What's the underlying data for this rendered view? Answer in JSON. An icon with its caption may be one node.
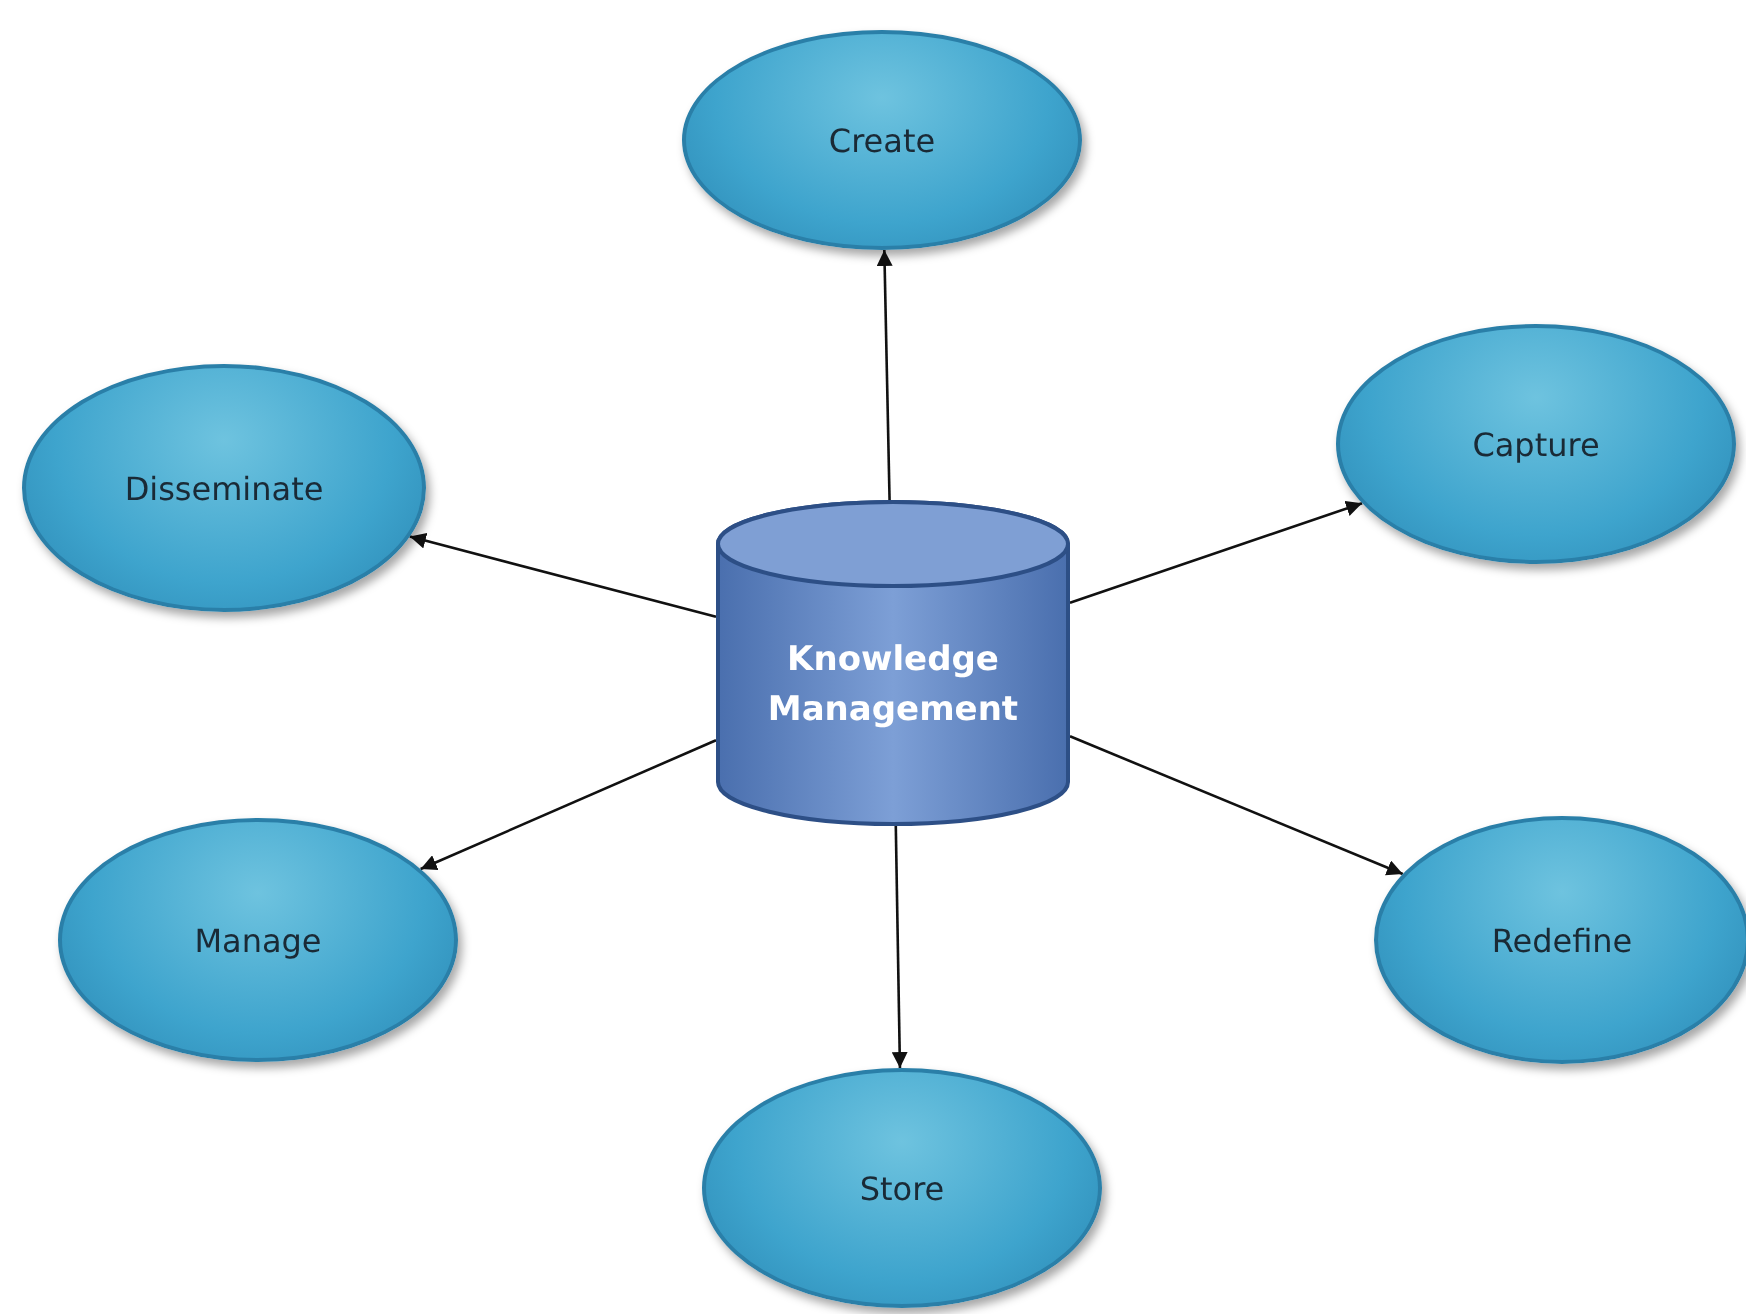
{
  "diagram": {
    "nodes": [
      {
        "text": [
          "Create"
        ]
      },
      {
        "text": [
          "Disseminate"
        ]
      },
      {
        "text": [
          "Capture"
        ]
      },
      {
        "text": [
          "Knowledge Management"
        ]
      },
      {
        "text": [
          "Manage"
        ]
      },
      {
        "text": [
          "Redefine"
        ]
      },
      {
        "text": [
          "Store"
        ]
      }
    ],
    "edges": [
      {
        "from": 3,
        "to": 0,
        "arrow": "to"
      },
      {
        "from": 3,
        "to": 1,
        "arrow": "to"
      },
      {
        "from": 3,
        "to": 2,
        "arrow": "to"
      },
      {
        "from": 3,
        "to": 4,
        "arrow": "to"
      },
      {
        "from": 3,
        "to": 5,
        "arrow": "to"
      },
      {
        "from": 3,
        "to": 6,
        "arrow": "to"
      }
    ]
  }
}
